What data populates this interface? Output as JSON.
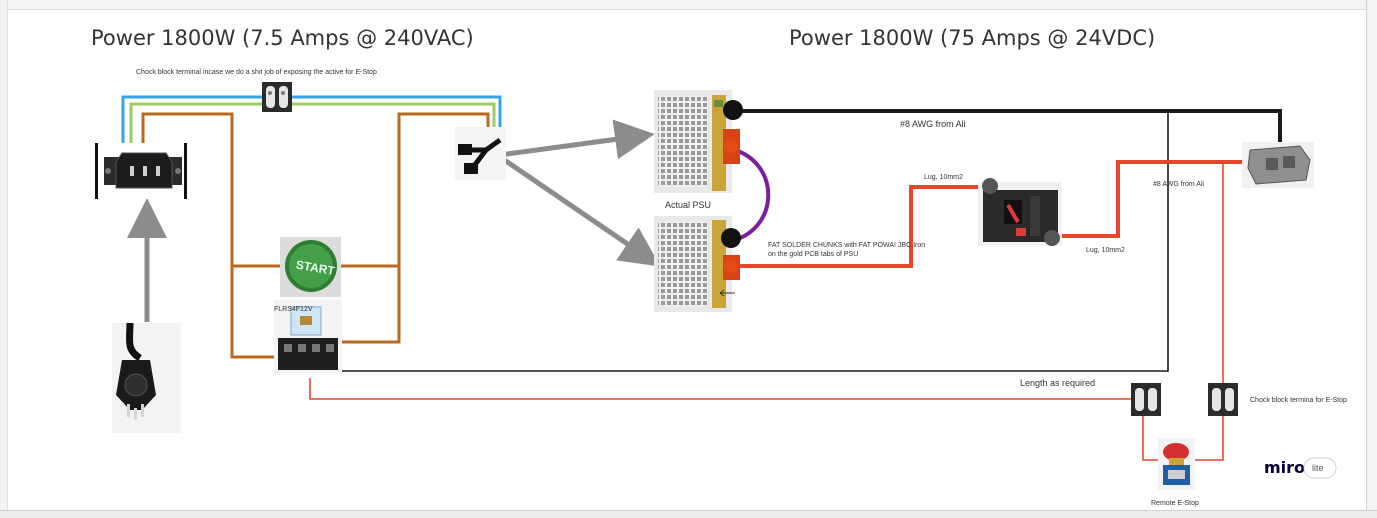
{
  "titles": {
    "left": "Power 1800W (7.5 Amps @ 240VAC)",
    "right": "Power 1800W (75 Amps @ 24VDC)"
  },
  "annotations": {
    "chock_top": "Chock block terminal incase we do a shit job of exposing the active for E-Stop",
    "actual_psu": "Actual PSU",
    "awg_top": "#8 AWG from Ali",
    "awg_right": "#8 AWG from Ali",
    "lug_left": "Lug, 10mm2",
    "lug_right": "Lug, 10mm2",
    "solder_note_1": "FAT SOLDER CHUNKS with FAT POWA! JBC Iron",
    "solder_note_2": "on the gold PCB tabs of PSU",
    "relay_label": "FLRS4F12V",
    "length": "Length as required",
    "chock_right": "Chock block termina for E-Stop",
    "remote_estop": "Remote E-Stop",
    "start_button": "START"
  },
  "branding": {
    "logo": "miro",
    "badge": "lite"
  },
  "colors": {
    "brown": "#b8691e",
    "blue": "#3aa3e3",
    "green": "#9ccc65",
    "black": "#1a1a1a",
    "red": "#e8452c",
    "purple": "#7b1fa2",
    "arrow": "#8c8c8c"
  },
  "icons": [
    "iec-inlet-icon",
    "mains-plug-icon",
    "chock-block-icon",
    "y-splitter-icon",
    "start-button-icon",
    "relay-icon",
    "psu-icon",
    "circuit-breaker-icon",
    "anderson-connector-icon",
    "estop-button-icon"
  ]
}
